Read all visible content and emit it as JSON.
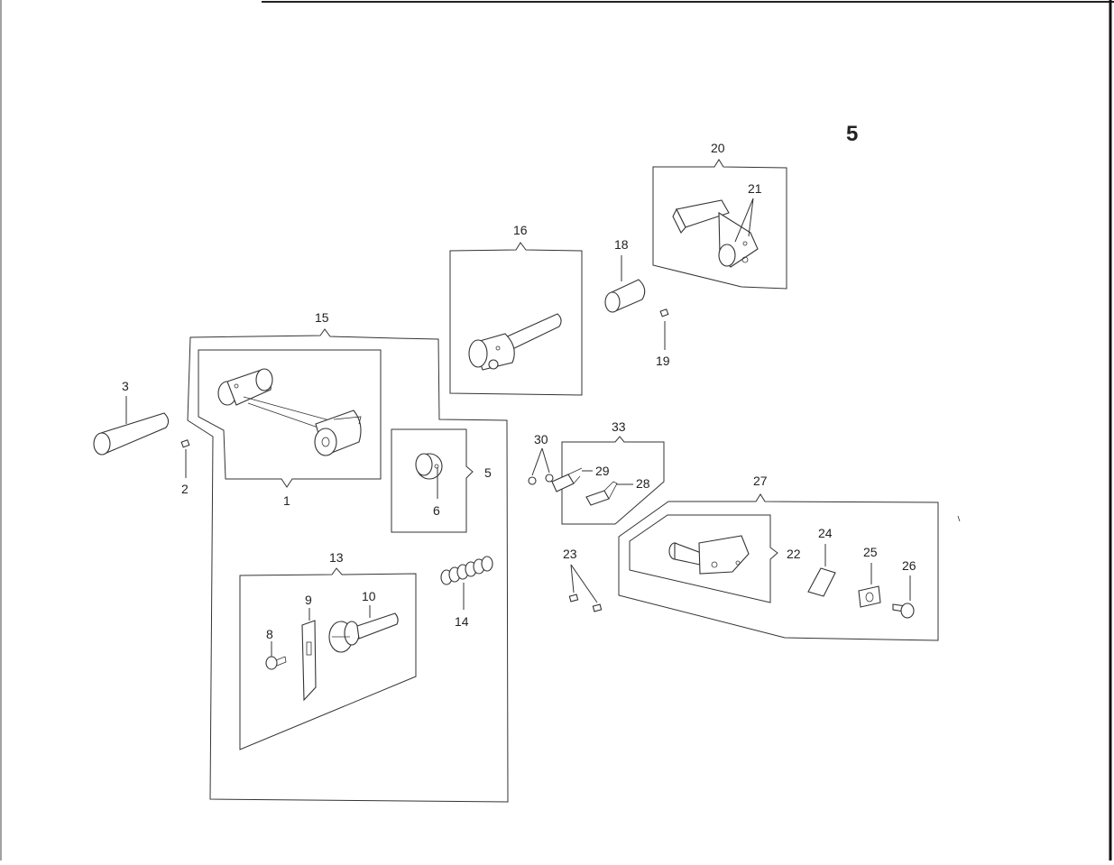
{
  "page": {
    "section_number": "5"
  },
  "labels": {
    "p1": "1",
    "p2": "2",
    "p3": "3",
    "p5": "5",
    "p6": "6",
    "p8": "8",
    "p9": "9",
    "p10": "10",
    "p13": "13",
    "p14": "14",
    "p15": "15",
    "p16": "16",
    "p18": "18",
    "p19": "19",
    "p20": "20",
    "p21": "21",
    "p22": "22",
    "p23": "23",
    "p24": "24",
    "p25": "25",
    "p26": "26",
    "p27": "27",
    "p28": "28",
    "p29": "29",
    "p30": "30",
    "p33": "33"
  }
}
